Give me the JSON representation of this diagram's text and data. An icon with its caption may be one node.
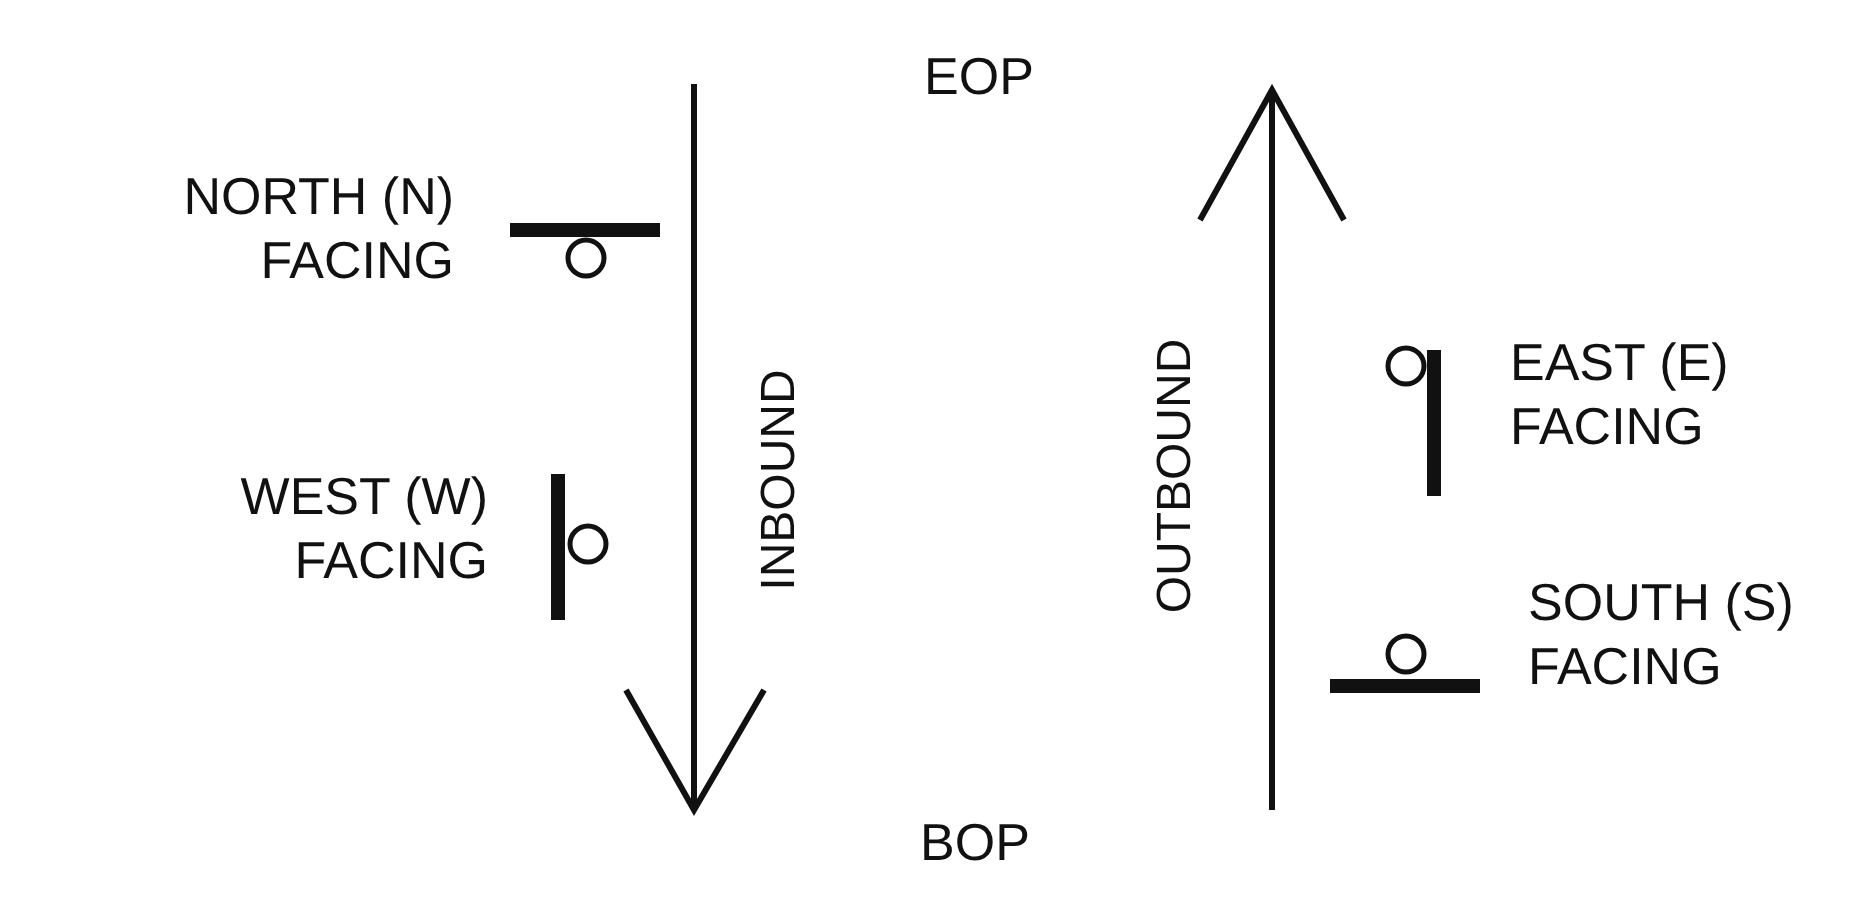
{
  "diagram": {
    "labels": [
      "EOP",
      "NORTH (N) FACING",
      "EAST (E) FACING",
      "WEST (W) FACING",
      "INBOUND",
      "OUTBOUND",
      "SOUTH (S) FACING",
      "BOP"
    ]
  }
}
